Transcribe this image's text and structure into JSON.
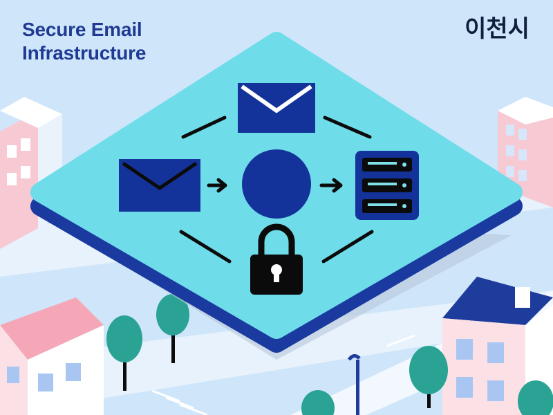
{
  "header": {
    "title_line1": "Secure Email",
    "title_line2": "Infrastructure",
    "city_label": "이천시"
  },
  "colors": {
    "sky": "#cfe6fa",
    "platform_top": "#6fdcea",
    "platform_edge": "#1a3aa0",
    "navy": "#14339a",
    "server_lights": "#7fe0e8",
    "ink": "#0b0b0b",
    "building_pink": "#f7c9d3",
    "building_roof_navy": "#1e3c9c",
    "tree": "#2aa394"
  },
  "icons": {
    "envelope_top": "envelope-icon",
    "envelope_left": "envelope-icon",
    "processor": "circle-node-icon",
    "server": "server-icon",
    "lock": "padlock-icon",
    "arrows": "arrow-right-icon"
  }
}
